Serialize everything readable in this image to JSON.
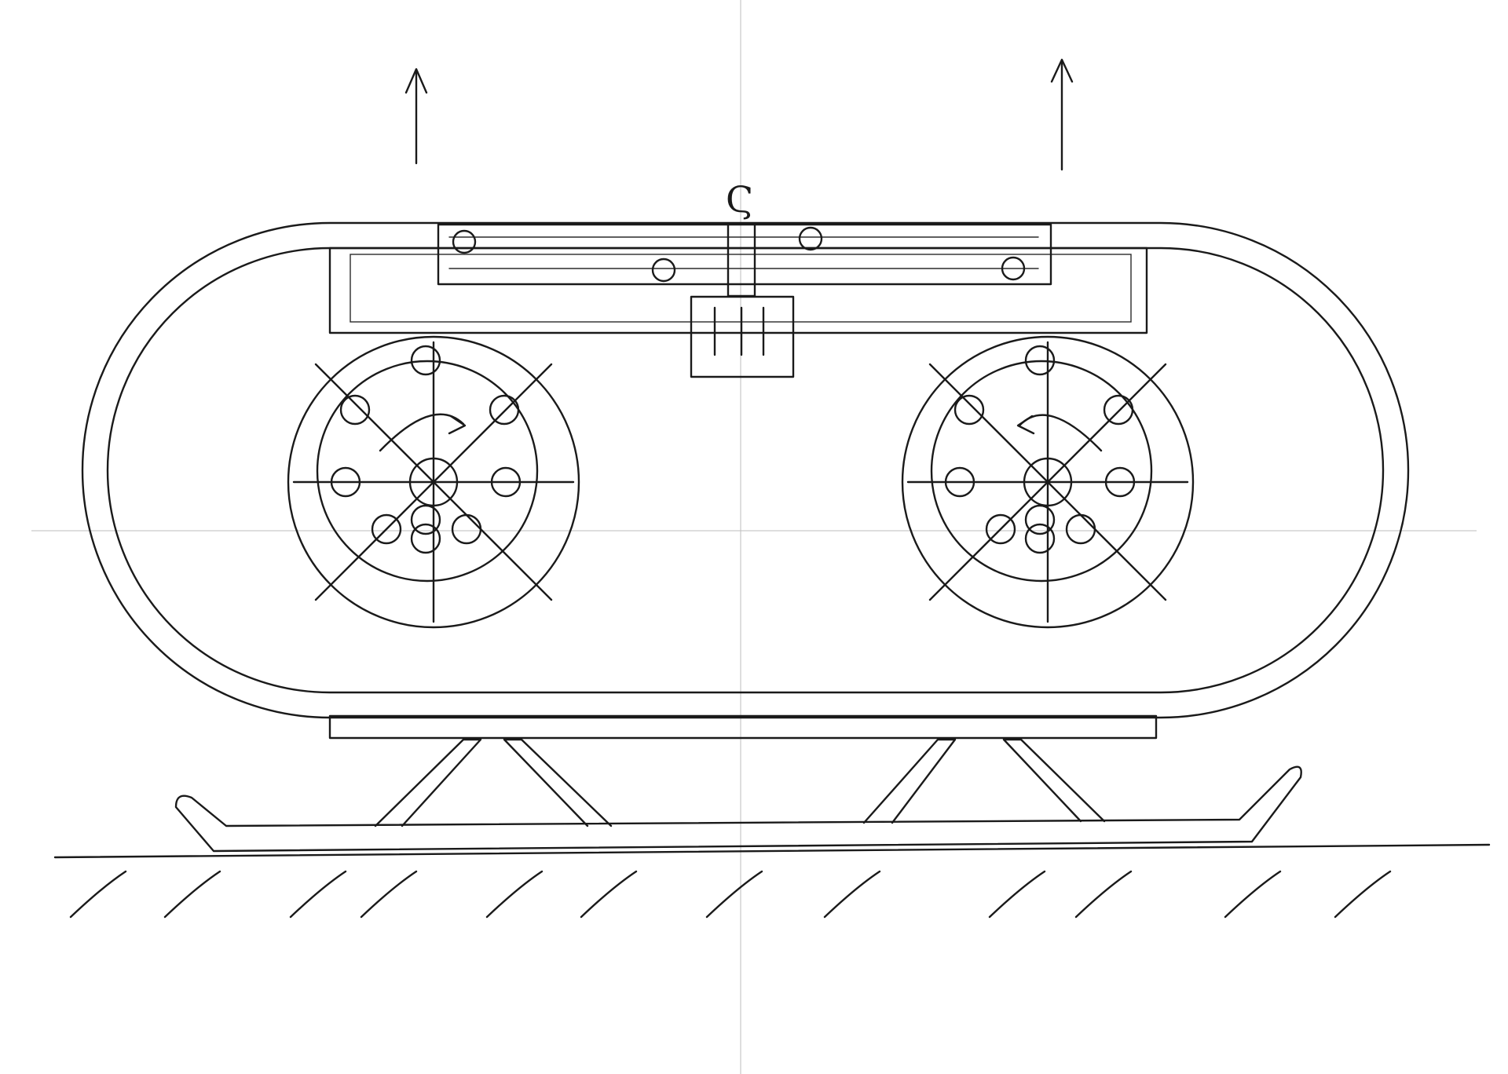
{
  "drawing": {
    "ink_color": "#1a1a1a",
    "paper_color": "#ffffff",
    "rotor_symbol": "Ϛ"
  },
  "parts": {
    "lift_arrows": [
      "lift-arrow-left",
      "lift-arrow-right"
    ],
    "fans": [
      "fan-left",
      "fan-right"
    ],
    "fan_rotation": {
      "left": "clockwise",
      "right": "counterclockwise"
    }
  }
}
